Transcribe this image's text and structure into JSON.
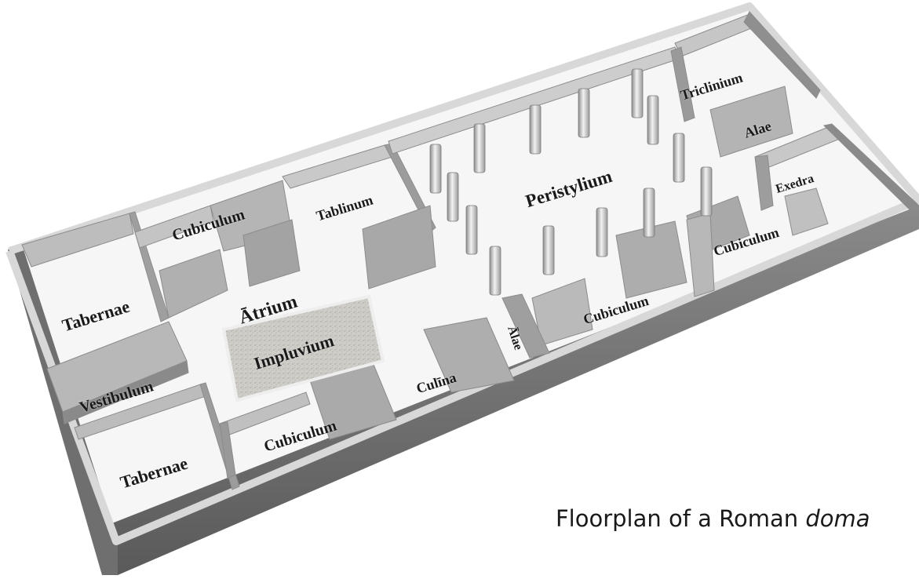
{
  "rooms": {
    "tabernae_top": "Tabernae",
    "tabernae_bottom": "Tabernae",
    "vestibulum": "Vestibulum",
    "cubiculum_nw": "Cubiculum",
    "atrium": "Ātrium",
    "impluvium": "Impluvium",
    "cubiculum_sw": "Cubiculum",
    "tablinum": "Tablinum",
    "culina": "Culīna",
    "alae_small": "Ālae",
    "cubiculum_mid": "Cubiculum",
    "cubiculum_se": "Cubiculum",
    "peristylium": "Peristylium",
    "triclinium": "Triclinium",
    "alae_ne": "Alae",
    "exedra": "Exedra"
  },
  "caption": {
    "text": "Floorplan of a Roman ",
    "emphasis": "doma"
  }
}
